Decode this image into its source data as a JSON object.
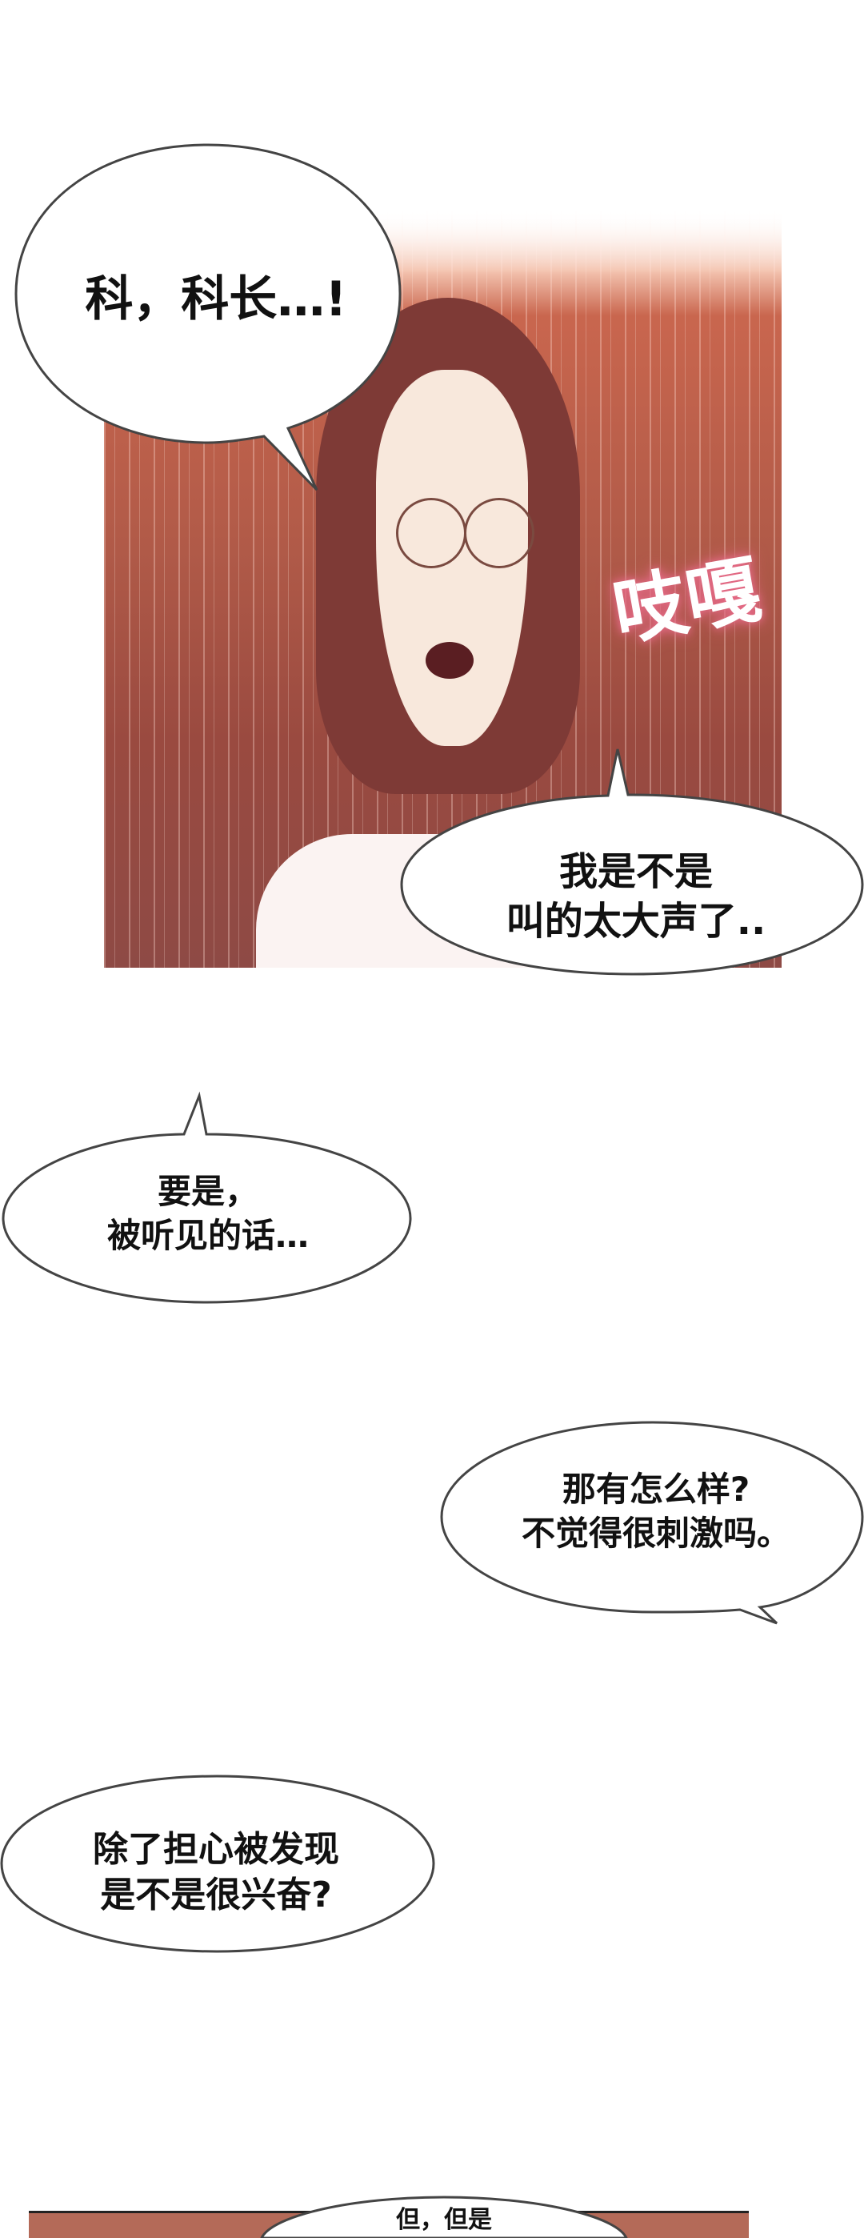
{
  "panels": [
    {
      "speech": "科，科长…!",
      "sfx": "吱嘎"
    }
  ],
  "bubbles": [
    {
      "lines": [
        "我是不是",
        "叫的太大声了.."
      ]
    },
    {
      "lines": [
        "要是，",
        "被听见的话…"
      ]
    },
    {
      "lines": [
        "那有怎么样?",
        "不觉得很刺激吗。"
      ]
    },
    {
      "lines": [
        "除了担心被发现",
        "是不是很兴奋?"
      ]
    },
    {
      "lines": [
        "但，但是"
      ]
    }
  ]
}
